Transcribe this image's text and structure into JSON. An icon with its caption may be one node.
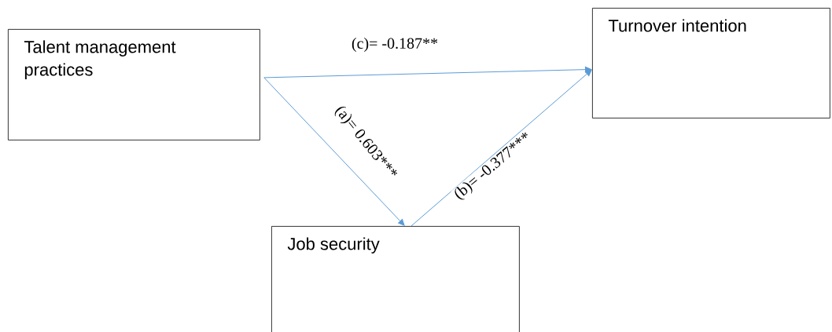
{
  "diagram": {
    "nodes": [
      {
        "text": [
          "Talent management practices"
        ]
      },
      {
        "text": [
          "Turnover intention"
        ]
      },
      {
        "text": [
          "Job security"
        ]
      }
    ],
    "edges": [
      {
        "from": 0,
        "to": 1,
        "arrow": "to",
        "label": "(c)= -0.187**"
      },
      {
        "from": 0,
        "to": 2,
        "arrow": "to",
        "label": "(a)= 0.603***"
      },
      {
        "from": 2,
        "to": 1,
        "arrow": "to",
        "label": "(b)= -0.377***"
      }
    ]
  }
}
